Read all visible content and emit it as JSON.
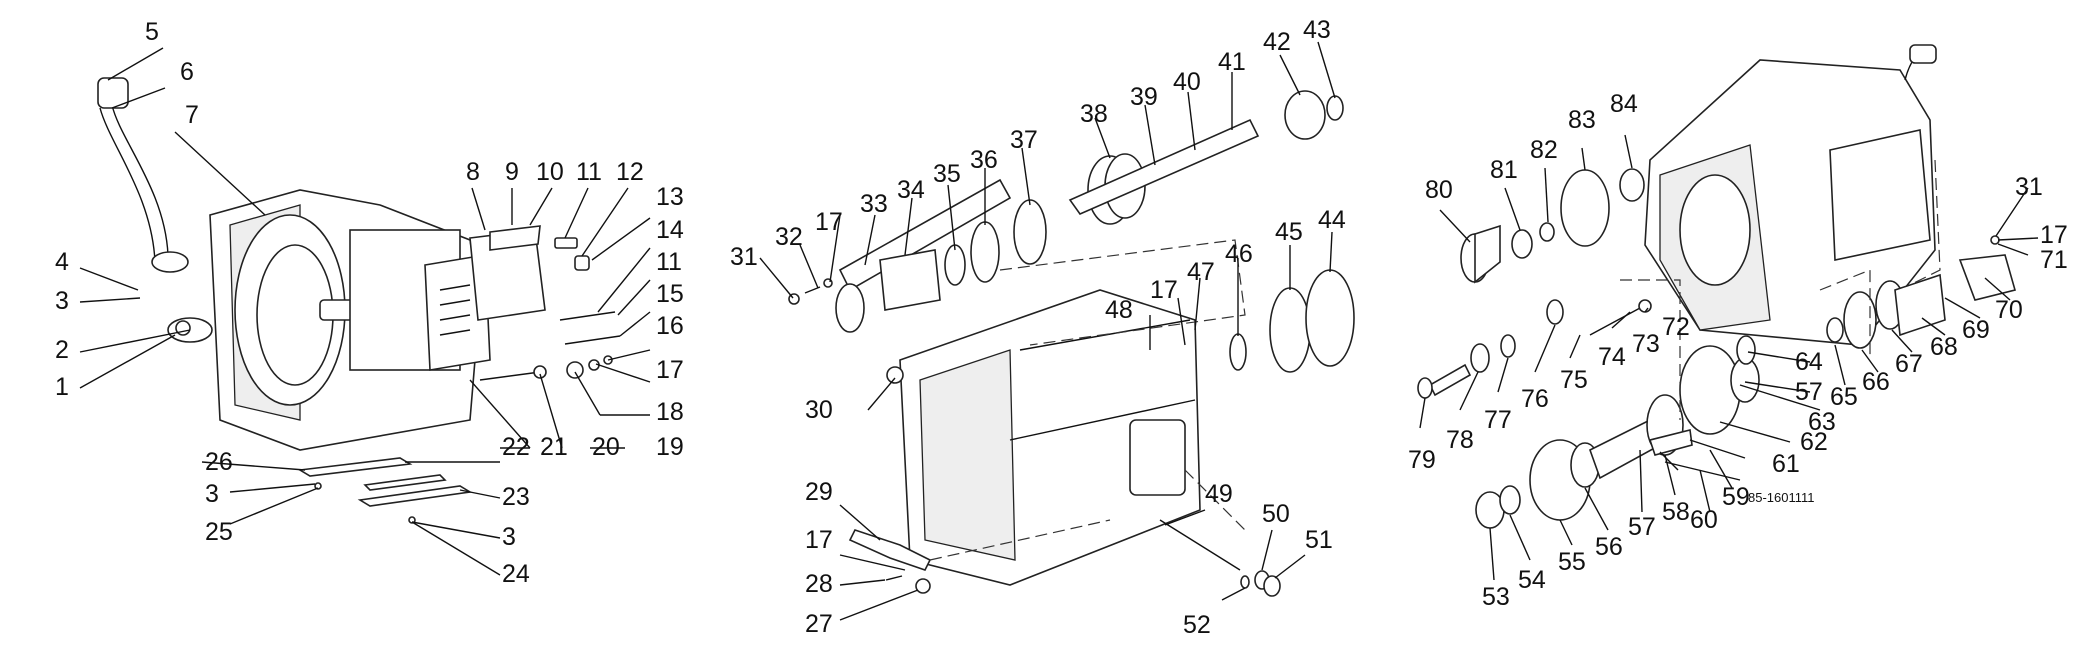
{
  "diagram": {
    "part_code": "85-1601111",
    "callouts": [
      "1",
      "2",
      "3",
      "4",
      "5",
      "6",
      "7",
      "8",
      "9",
      "10",
      "11",
      "12",
      "13",
      "14",
      "15",
      "16",
      "17",
      "18",
      "19",
      "20",
      "21",
      "22",
      "23",
      "24",
      "25",
      "26",
      "27",
      "28",
      "29",
      "30",
      "31",
      "32",
      "33",
      "34",
      "35",
      "36",
      "37",
      "38",
      "39",
      "40",
      "41",
      "42",
      "43",
      "44",
      "45",
      "46",
      "47",
      "48",
      "49",
      "50",
      "51",
      "52",
      "53",
      "54",
      "55",
      "56",
      "57",
      "58",
      "59",
      "60",
      "61",
      "62",
      "63",
      "64",
      "65",
      "66",
      "67",
      "68",
      "69",
      "70",
      "71",
      "72",
      "73",
      "74",
      "75",
      "76",
      "77",
      "78",
      "79",
      "80",
      "81",
      "82",
      "83",
      "84"
    ]
  }
}
